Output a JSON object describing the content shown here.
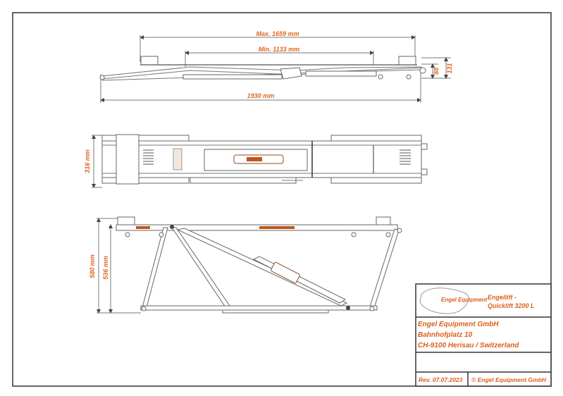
{
  "dimensions": {
    "max_length": "Max. 1659 mm",
    "min_length": "Min. 1133 mm",
    "total_length": "1930 mm",
    "height_88": "88",
    "height_131": "131",
    "width": "316 mm",
    "lift_height_580": "580 mm",
    "lift_height_536": "536 mm"
  },
  "title_block": {
    "logo_text": "Engel Equipment",
    "product_line1": "Engellift -",
    "product_line2": "Quicklift 3200 L",
    "company": "Engel Equipment GmbH",
    "street": "Bahnhofplatz 10",
    "city": "CH-9100  Herisau / Switzerland",
    "revision": "Rev. 07.07.2023",
    "copyright": "© Engel Equipment GmbH"
  },
  "colors": {
    "accent": "#e0651e",
    "lines": "#777777"
  }
}
